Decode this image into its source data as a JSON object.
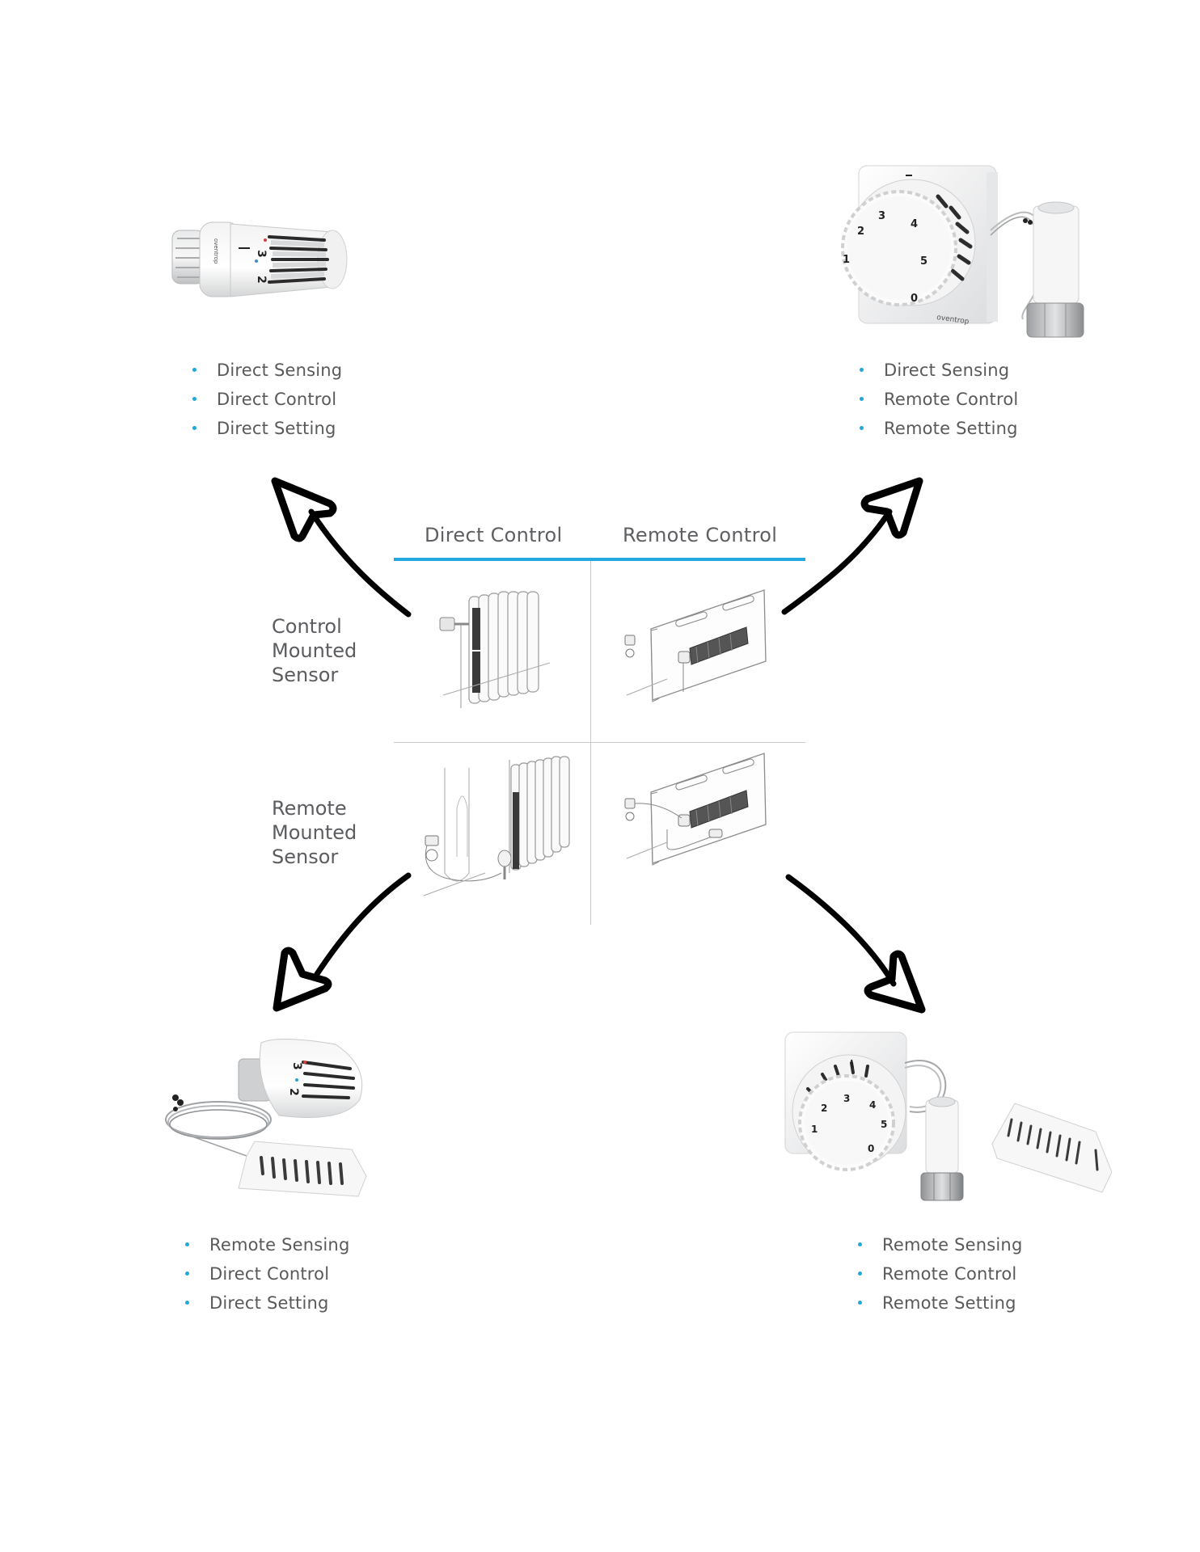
{
  "matrix": {
    "column_headers": [
      "Direct Control",
      "Remote Control"
    ],
    "row_labels": [
      [
        "Control",
        "Mounted",
        "Sensor"
      ],
      [
        "Remote",
        "Mounted",
        "Sensor"
      ]
    ],
    "cells": [
      {
        "row": 0,
        "col": 0,
        "icon": "radiator-with-head-mounted-thermostat-icon"
      },
      {
        "row": 0,
        "col": 1,
        "icon": "convector-with-valve-mounted-sensor-icon"
      },
      {
        "row": 1,
        "col": 0,
        "icon": "radiator-with-remote-sensor-icon"
      },
      {
        "row": 1,
        "col": 1,
        "icon": "convector-with-remote-sensor-icon"
      }
    ]
  },
  "quadrants": {
    "top_left": {
      "product": "thermostatic-head-icon",
      "features": [
        "Direct Sensing",
        "Direct Control",
        "Direct Setting"
      ],
      "dial_marks": [
        "2",
        "3"
      ],
      "brand_text": "oventrop"
    },
    "top_right": {
      "product": "remote-dial-with-capillary-icon",
      "features": [
        "Direct Sensing",
        "Remote Control",
        "Remote Setting"
      ],
      "dial_marks": [
        "1",
        "2",
        "3",
        "4",
        "5",
        "0"
      ],
      "brand_text": "oventrop"
    },
    "bottom_left": {
      "product": "thermostatic-head-with-remote-sensor-icon",
      "features": [
        "Remote Sensing",
        "Direct Control",
        "Direct Setting"
      ],
      "dial_marks": [
        "2",
        "3"
      ]
    },
    "bottom_right": {
      "product": "remote-dial-with-remote-sensor-icon",
      "features": [
        "Remote Sensing",
        "Remote Control",
        "Remote Setting"
      ],
      "dial_marks": [
        "1",
        "2",
        "3",
        "4",
        "5",
        "0"
      ]
    }
  },
  "colors": {
    "accent_blue": "#24a8e0",
    "bullet": "#1fa9d6",
    "text": "#58595b",
    "arrow": "#000000"
  }
}
